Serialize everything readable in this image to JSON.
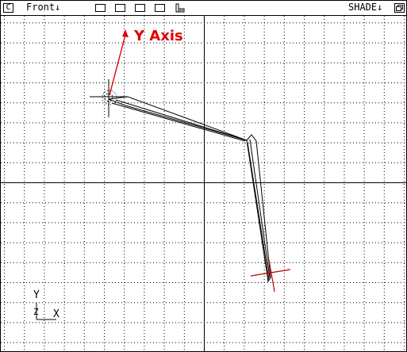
{
  "titlebar": {
    "close_label": "C",
    "view_menu": "Front",
    "shade_menu": "SHADE"
  },
  "viewport": {
    "annotation": "Y Axis",
    "triad": {
      "y": "Y",
      "z": "Z",
      "x": "X"
    }
  },
  "colors": {
    "annotation": "#e00000",
    "grid": "#000000",
    "model": "#000000"
  }
}
